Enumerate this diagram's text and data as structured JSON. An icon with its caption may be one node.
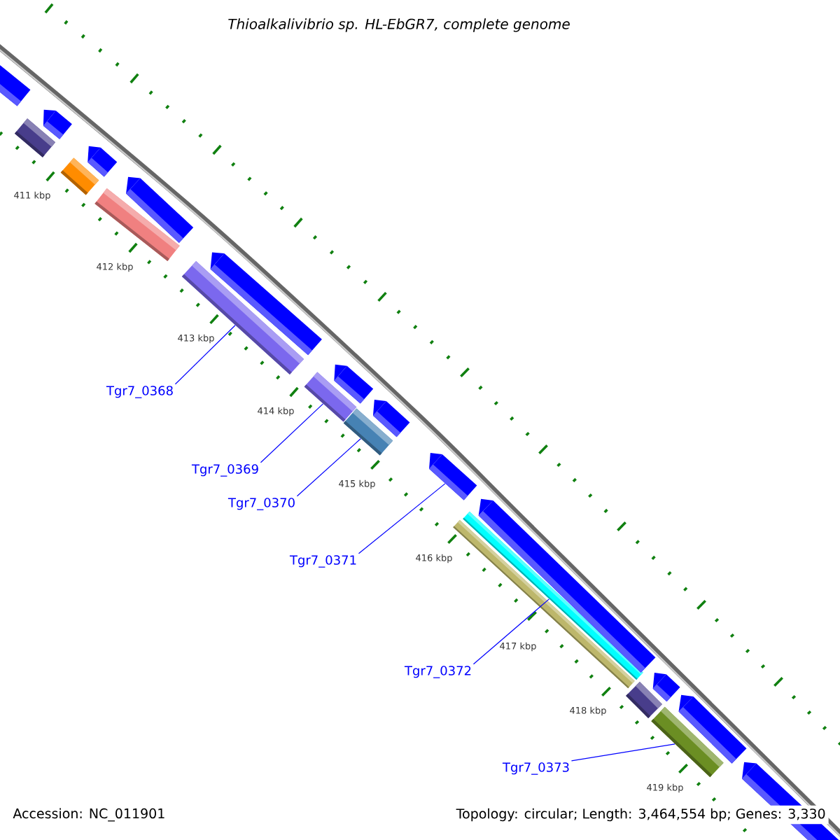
{
  "diagram": {
    "title": "Thioalkalivibrio sp. HL-EbGR7, complete genome",
    "nodes": [
      {
        "text": [
          "Tgr7_0368"
        ]
      },
      {
        "text": [
          "Tgr7_0369"
        ]
      },
      {
        "text": [
          "Tgr7_0370"
        ]
      },
      {
        "text": [
          "Tgr7_0371"
        ]
      },
      {
        "text": [
          "Tgr7_0372"
        ]
      },
      {
        "text": [
          "Tgr7_0373"
        ]
      },
      {
        "text": [],
        "shape": "bar"
      },
      {
        "text": [],
        "shape": "bar"
      },
      {
        "text": [],
        "shape": "bar"
      },
      {
        "text": [],
        "shape": "bar"
      },
      {
        "text": [],
        "shape": "bar"
      },
      {
        "text": [],
        "shape": "bar"
      },
      {
        "text": [],
        "shape": "bar"
      },
      {
        "text": [],
        "shape": "bar"
      },
      {
        "text": [],
        "shape": "bar"
      },
      {
        "text": [],
        "shape": "bar"
      },
      {
        "text": [],
        "shape": "bar"
      },
      {
        "text": [],
        "shape": "bar"
      },
      {
        "text": [],
        "shape": "bar"
      },
      {
        "text": [],
        "shape": "bar"
      },
      {
        "text": [],
        "shape": "bar"
      },
      {
        "text": [],
        "shape": "bar"
      },
      {
        "text": [],
        "shape": "bar"
      },
      {
        "text": [],
        "shape": "bar"
      },
      {
        "text": [],
        "shape": "bar"
      },
      {
        "text": [],
        "shape": "bar"
      },
      {
        "text": [],
        "shape": "bar"
      },
      {
        "text": [],
        "shape": "bar"
      }
    ],
    "edges": [
      {
        "from": 0,
        "to": 13,
        "arrow": "none"
      },
      {
        "from": 1,
        "to": 15,
        "arrow": "none"
      },
      {
        "from": 2,
        "to": 17,
        "arrow": "none"
      },
      {
        "from": 3,
        "to": 19,
        "arrow": "none"
      },
      {
        "from": 4,
        "to": 21,
        "arrow": "none"
      },
      {
        "from": 5,
        "to": 25,
        "arrow": "none"
      }
    ],
    "labels": [
      "411 kbp",
      "412 kbp",
      "413 kbp",
      "414 kbp",
      "415 kbp",
      "416 kbp",
      "417 kbp",
      "418 kbp",
      "419 kbp",
      "Accession: NC_011901",
      "Topology: circular; Length: 3,464,554 bp; Genes: 3,330"
    ]
  }
}
